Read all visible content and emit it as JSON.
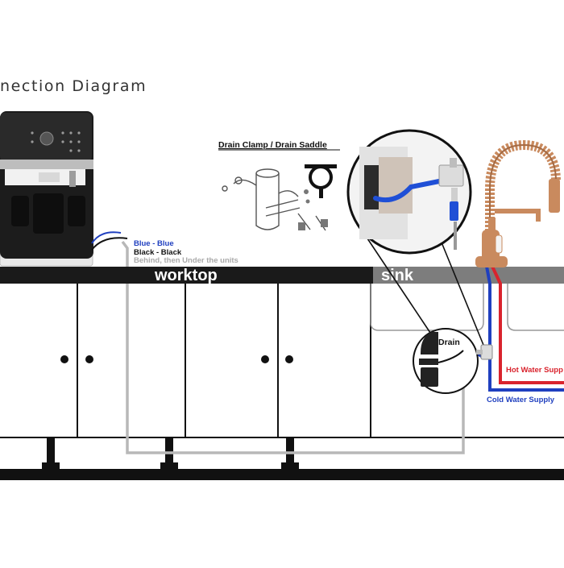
{
  "title": "nection Diagram",
  "labels": {
    "worktop": "worktop",
    "sink": "sink",
    "drain_clamp": "Drain Clamp / Drain Saddle",
    "drain": "Drain",
    "hot_water": "Hot Water Supp",
    "cold_water": "Cold Water Supply"
  },
  "wiring": {
    "blue": "Blue - Blue",
    "black": "Black - Black",
    "route": "Behind, then Under the units"
  },
  "colors": {
    "blue_pipe": "#1f3fbf",
    "red_pipe": "#d9232d",
    "grey_pipe": "#b8b8b8",
    "worktop_bar": "#1a1a1a",
    "sink_bar": "#7d7d7d",
    "copper": "#c98a5e",
    "route_text": "#aaaaaa"
  },
  "icons": {
    "dispenser": "water-dispenser-icon",
    "faucet": "copper-spring-faucet-icon",
    "clamp": "drain-saddle-icon",
    "magnifier": "zoom-circle-icon"
  }
}
